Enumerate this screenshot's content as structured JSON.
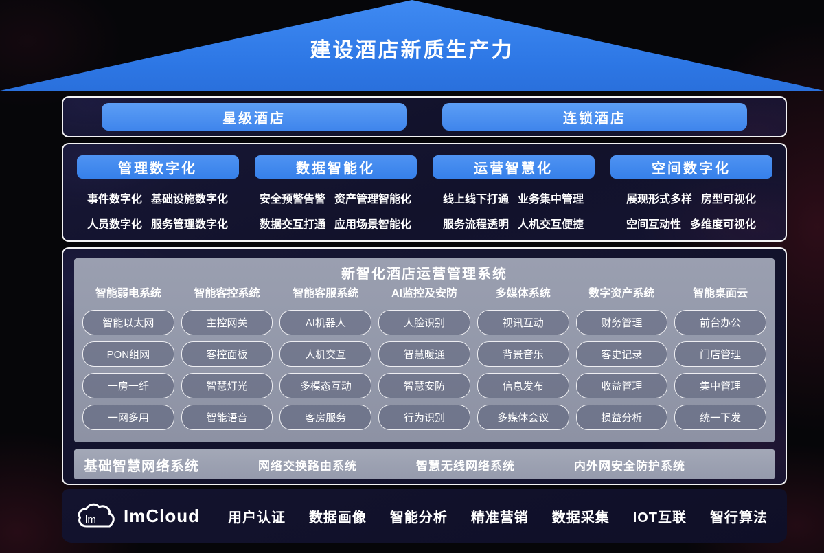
{
  "roof": {
    "title": "建设酒店新质生产力"
  },
  "hotel_types": [
    {
      "label": "星级酒店"
    },
    {
      "label": "连锁酒店"
    }
  ],
  "pillars": [
    {
      "title": "管理数字化",
      "row1": [
        "事件数字化",
        "基础设施数字化"
      ],
      "row2": [
        "人员数字化",
        "服务管理数字化"
      ]
    },
    {
      "title": "数据智能化",
      "row1": [
        "安全预警告警",
        "资产管理智能化"
      ],
      "row2": [
        "数据交互打通",
        "应用场景智能化"
      ]
    },
    {
      "title": "运营智慧化",
      "row1": [
        "线上线下打通",
        "业务集中管理"
      ],
      "row2": [
        "服务流程透明",
        "人机交互便捷"
      ]
    },
    {
      "title": "空间数字化",
      "row1": [
        "展现形式多样",
        "房型可视化"
      ],
      "row2": [
        "空间互动性",
        "多维度可视化"
      ]
    }
  ],
  "ops_system": {
    "title": "新智化酒店运营管理系统",
    "columns": [
      {
        "title": "智能弱电系统",
        "items": [
          "智能以太网",
          "PON组网",
          "一房一纤",
          "一网多用"
        ]
      },
      {
        "title": "智能客控系统",
        "items": [
          "主控网关",
          "客控面板",
          "智慧灯光",
          "智能语音"
        ]
      },
      {
        "title": "智能客服系统",
        "items": [
          "AI机器人",
          "人机交互",
          "多模态互动",
          "客房服务"
        ]
      },
      {
        "title": "AI监控及安防",
        "items": [
          "人脸识别",
          "智慧暖通",
          "智慧安防",
          "行为识别"
        ]
      },
      {
        "title": "多媒体系统",
        "items": [
          "视讯互动",
          "背景音乐",
          "信息发布",
          "多媒体会议"
        ]
      },
      {
        "title": "数字资产系统",
        "items": [
          "财务管理",
          "客史记录",
          "收益管理",
          "损益分析"
        ]
      },
      {
        "title": "智能桌面云",
        "items": [
          "前台办公",
          "门店管理",
          "集中管理",
          "统一下发"
        ]
      }
    ]
  },
  "network_bar": [
    "基础智慧网络系统",
    "网络交换路由系统",
    "智慧无线网络系统",
    "内外网安全防护系统"
  ],
  "footer": {
    "brand": "ImCloud",
    "logo_text": "lm",
    "items": [
      "用户认证",
      "数据画像",
      "智能分析",
      "精准营销",
      "数据采集",
      "IOT互联",
      "智行算法"
    ]
  },
  "colors": {
    "roof_blue": "#2e7ae6",
    "pill_blue": "#4a92f0",
    "header_blue": "#3e88ef",
    "panel_gray": "#9095a7",
    "bar_gray": "#9aa0b0",
    "section_navy": "#14142e",
    "footer_navy": "#101028"
  }
}
